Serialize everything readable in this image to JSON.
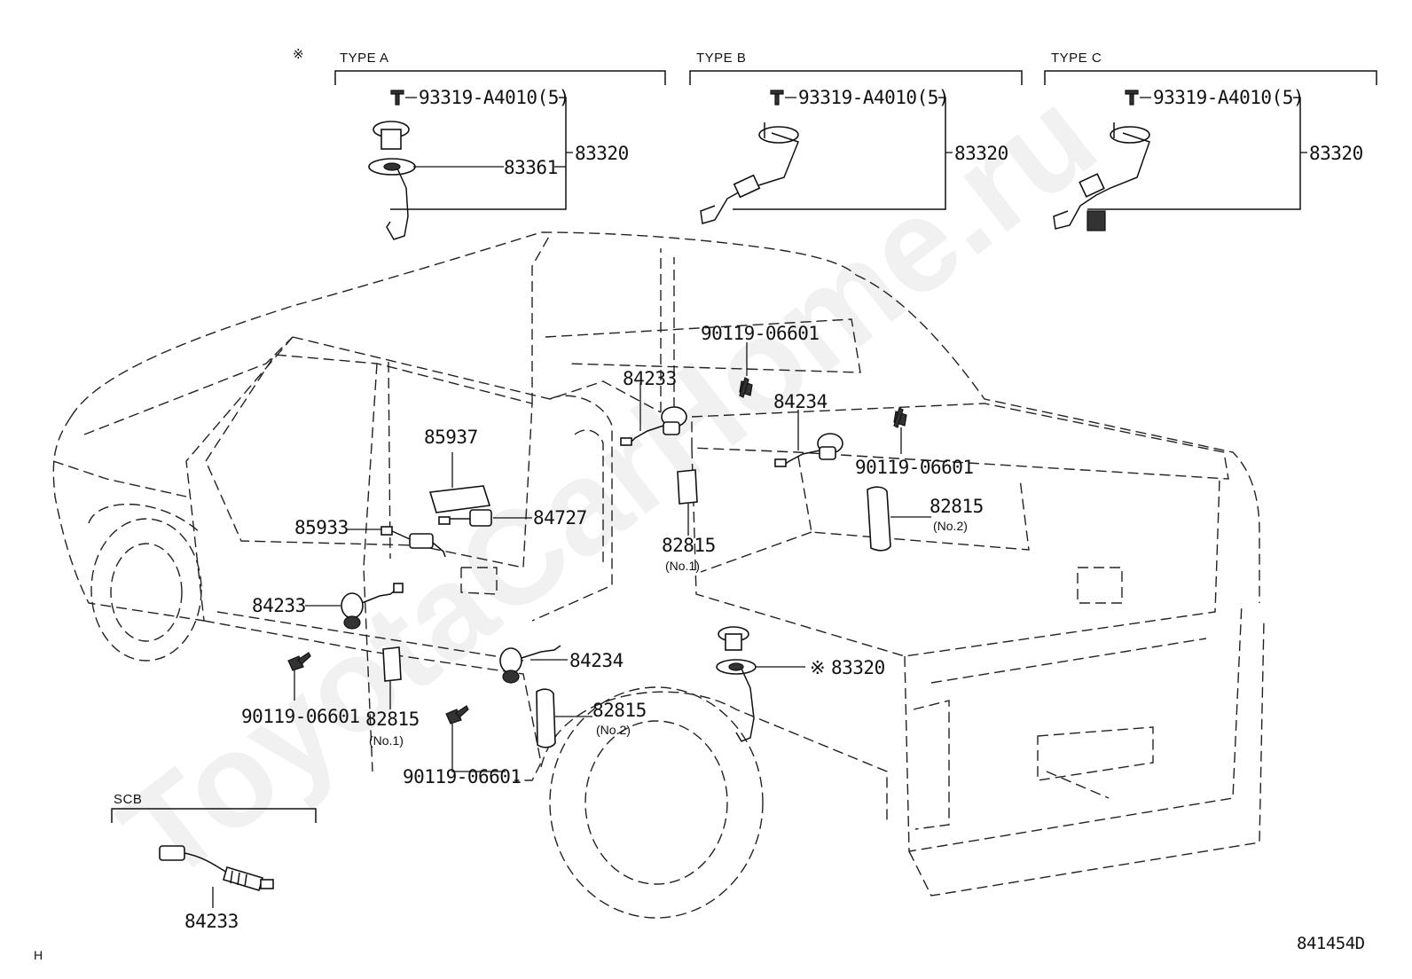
{
  "diagram_id": "841454D",
  "corner_mark": "H",
  "watermark": "ToyotaCarHome.ru",
  "asterisk": "※",
  "types": [
    {
      "header": "TYPE A",
      "bolt": "93319-A4010(5)",
      "assembly": "83320",
      "gauge": "83361"
    },
    {
      "header": "TYPE B",
      "bolt": "93319-A4010(5)",
      "assembly": "83320"
    },
    {
      "header": "TYPE C",
      "bolt": "93319-A4010(5)",
      "assembly": "83320"
    }
  ],
  "scb": {
    "header": "SCB",
    "part": "84233"
  },
  "labels": {
    "p85937": "85937",
    "p85933": "85933",
    "p84727": "84727",
    "p84233_front": "84233",
    "p84233_rear": "84233",
    "p84234_upper": "84234",
    "p84234_lower": "84234",
    "p90119_a": "90119-06601",
    "p90119_b": "90119-06601",
    "p90119_c": "90119-06601",
    "p90119_d": "90119-06601",
    "p82815_a": "82815",
    "p82815_a_sub": "(No.1)",
    "p82815_b": "82815",
    "p82815_b_sub": "(No.2)",
    "p82815_c": "82815",
    "p82815_c_sub": "(No.1)",
    "p82815_d": "82815",
    "p82815_d_sub": "(No.2)",
    "p83320_body": "83320"
  }
}
